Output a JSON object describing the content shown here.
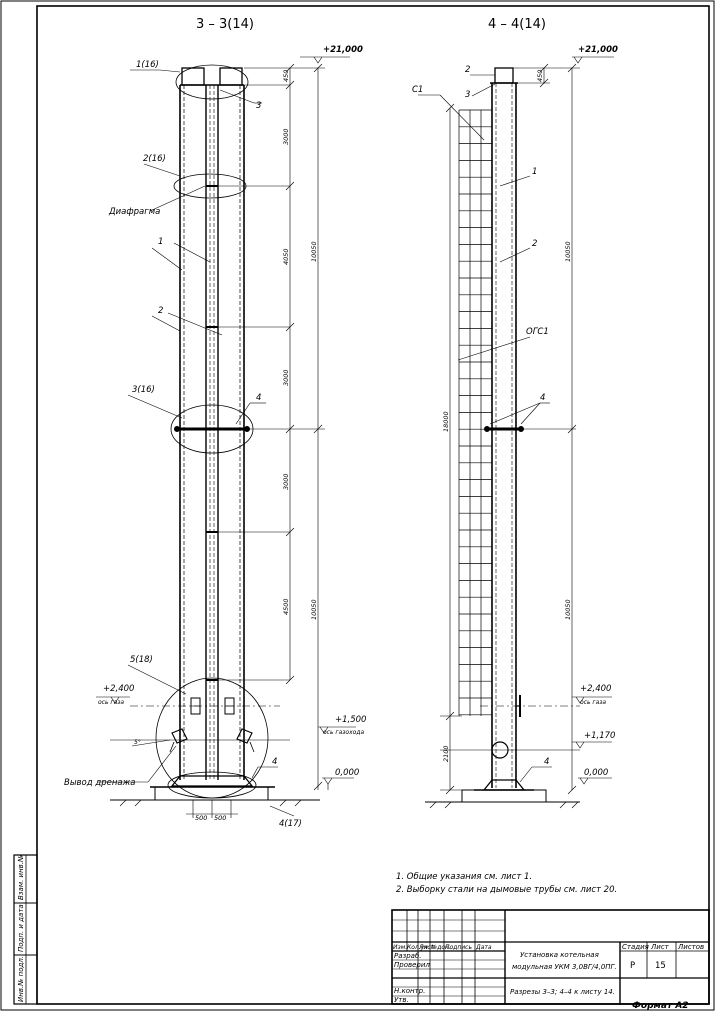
{
  "sections": {
    "left_title": "3 – 3(14)",
    "right_title": "4 – 4(14)"
  },
  "levels": {
    "top": "+21,000",
    "l2400": "+2,400",
    "l2400_sub": "ось газа",
    "l1500": "+1,500",
    "l1500_sub": "ось газохода",
    "l1170": "+1,170",
    "l0": "0,000"
  },
  "left_labels": {
    "l1": "1(16)",
    "l2": "2(16)",
    "l3": "3(16)",
    "l5": "5(18)",
    "l4b": "4(17)",
    "n1": "1",
    "n2": "2",
    "n3": "3",
    "n4": "4",
    "n4b": "4",
    "diafragma": "Диафрагма",
    "drain": "Вывод дренажа",
    "angle": "5°"
  },
  "left_dims": {
    "d450": "450",
    "d3000a": "3000",
    "d4050": "4050",
    "d3000b": "3000",
    "d3000c": "3000",
    "d4500": "4500",
    "d10050a": "10050",
    "d10050b": "10050",
    "w500a": "500",
    "w500b": "500"
  },
  "right_labels": {
    "c1": "С1",
    "n2": "2",
    "n3": "3",
    "n1": "1",
    "n2b": "2",
    "ogs1": "ОГС1",
    "n4": "4",
    "n4b": "4"
  },
  "right_dims": {
    "d450": "450",
    "d10050a": "10050",
    "d18000": "18000",
    "d10050b": "10050",
    "d2100": "2100"
  },
  "notes": [
    "1.  Общие указания см. лист 1.",
    "2.  Выборку стали на дымовые трубы см. лист 20."
  ],
  "title_block": {
    "col_heads": [
      "Изм.",
      "Кол.уч",
      "Лист",
      "№док.",
      "Подпись",
      "Дата"
    ],
    "role1": "Разраб.",
    "role2": "Проверил",
    "role3": "Н.контр.",
    "role4": "Утв.",
    "project_line1": "Установка котельная",
    "project_line2": "модульная УКМ 3,0ВГ/4,0ПГ.",
    "sheet_title": "Разрезы 3–3; 4–4 к листу 14.",
    "stage_head": "Стадия",
    "sheet_head": "Лист",
    "sheets_head": "Листов",
    "stage": "Р",
    "sheet": "15"
  },
  "side_stamp": [
    "Инв.№ подл.",
    "Подп. и дата",
    "Взам. инв.№"
  ],
  "format": "Формат А2"
}
